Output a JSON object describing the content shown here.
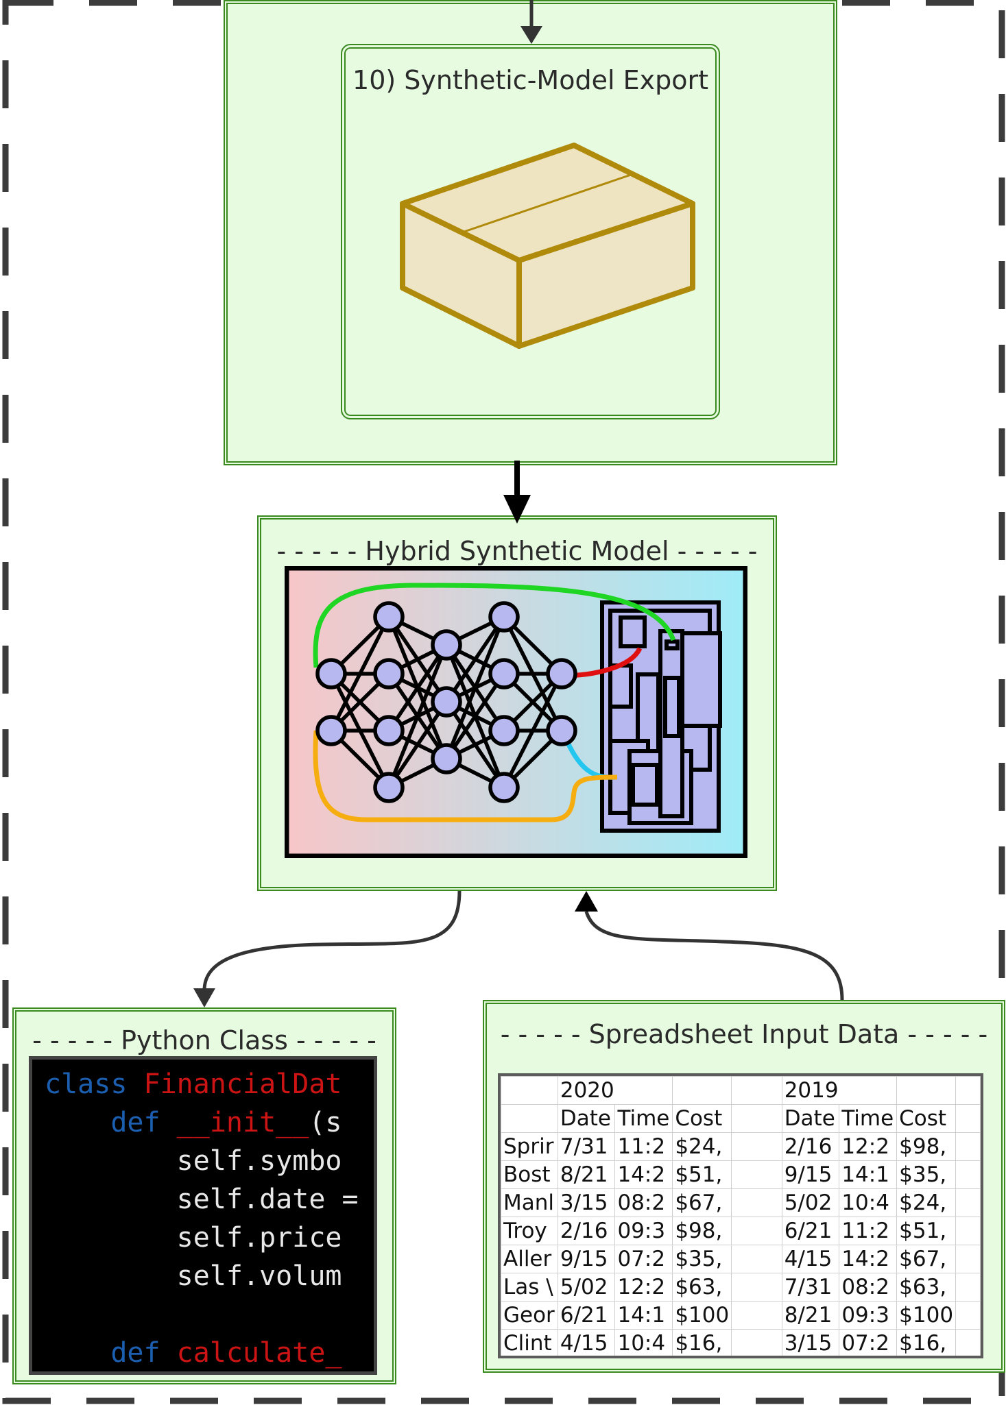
{
  "export_box": {
    "title": "10) Synthetic-Model Export"
  },
  "hybrid_model": {
    "title": "- - - - - Hybrid Synthetic Model - - - - -"
  },
  "python_class": {
    "title": "- - - - - Python Class - - - - -",
    "code_lines": [
      [
        {
          "t": "class ",
          "c": "kw"
        },
        {
          "t": "FinancialDat",
          "c": "nm"
        }
      ],
      [
        {
          "t": "    def ",
          "c": "kw"
        },
        {
          "t": "__init__",
          "c": "nm"
        },
        {
          "t": "(s",
          "c": "pl"
        }
      ],
      [
        {
          "t": "        self.symbo",
          "c": "pl"
        }
      ],
      [
        {
          "t": "        self.date =",
          "c": "pl"
        }
      ],
      [
        {
          "t": "        self.price",
          "c": "pl"
        }
      ],
      [
        {
          "t": "        self.volum",
          "c": "pl"
        }
      ],
      [
        {
          "t": "",
          "c": "pl"
        }
      ],
      [
        {
          "t": "    def ",
          "c": "kw"
        },
        {
          "t": "calculate_",
          "c": "nm"
        }
      ]
    ]
  },
  "spreadsheet": {
    "title": "- - - - - Spreadsheet Input Data - - - - -",
    "year_a": "2020",
    "year_b": "2019",
    "headers": [
      "Date",
      "Time",
      "Cost"
    ],
    "rows": [
      [
        "Sprir",
        "7/31",
        "11:2",
        "$24,",
        "2/16",
        "12:2",
        "$98,"
      ],
      [
        "Bost",
        "8/21",
        "14:2",
        "$51,",
        "9/15",
        "14:1",
        "$35,"
      ],
      [
        "Manl",
        "3/15",
        "08:2",
        "$67,",
        "5/02",
        "10:4",
        "$24,"
      ],
      [
        "Troy",
        "2/16",
        "09:3",
        "$98,",
        "6/21",
        "11:2",
        "$51,"
      ],
      [
        "Aller",
        "9/15",
        "07:2",
        "$35,",
        "4/15",
        "14:2",
        "$67,"
      ],
      [
        "Las \\",
        "5/02",
        "12:2",
        "$63,",
        "7/31",
        "08:2",
        "$63,"
      ],
      [
        "Geor",
        "6/21",
        "14:1",
        "$100",
        "8/21",
        "09:3",
        "$100"
      ],
      [
        "Clint",
        "4/15",
        "10:4",
        "$16,",
        "3/15",
        "07:2",
        "$16,"
      ]
    ]
  },
  "colors": {
    "box_fill": "#e6fbe0",
    "box_border": "#3a8a1f",
    "keyword": "#1c5fb0",
    "name": "#cc1414",
    "node_fill": "#b8b8f0"
  },
  "icons": [
    "package-box-icon",
    "neural-network-icon",
    "circuit-board-icon"
  ]
}
